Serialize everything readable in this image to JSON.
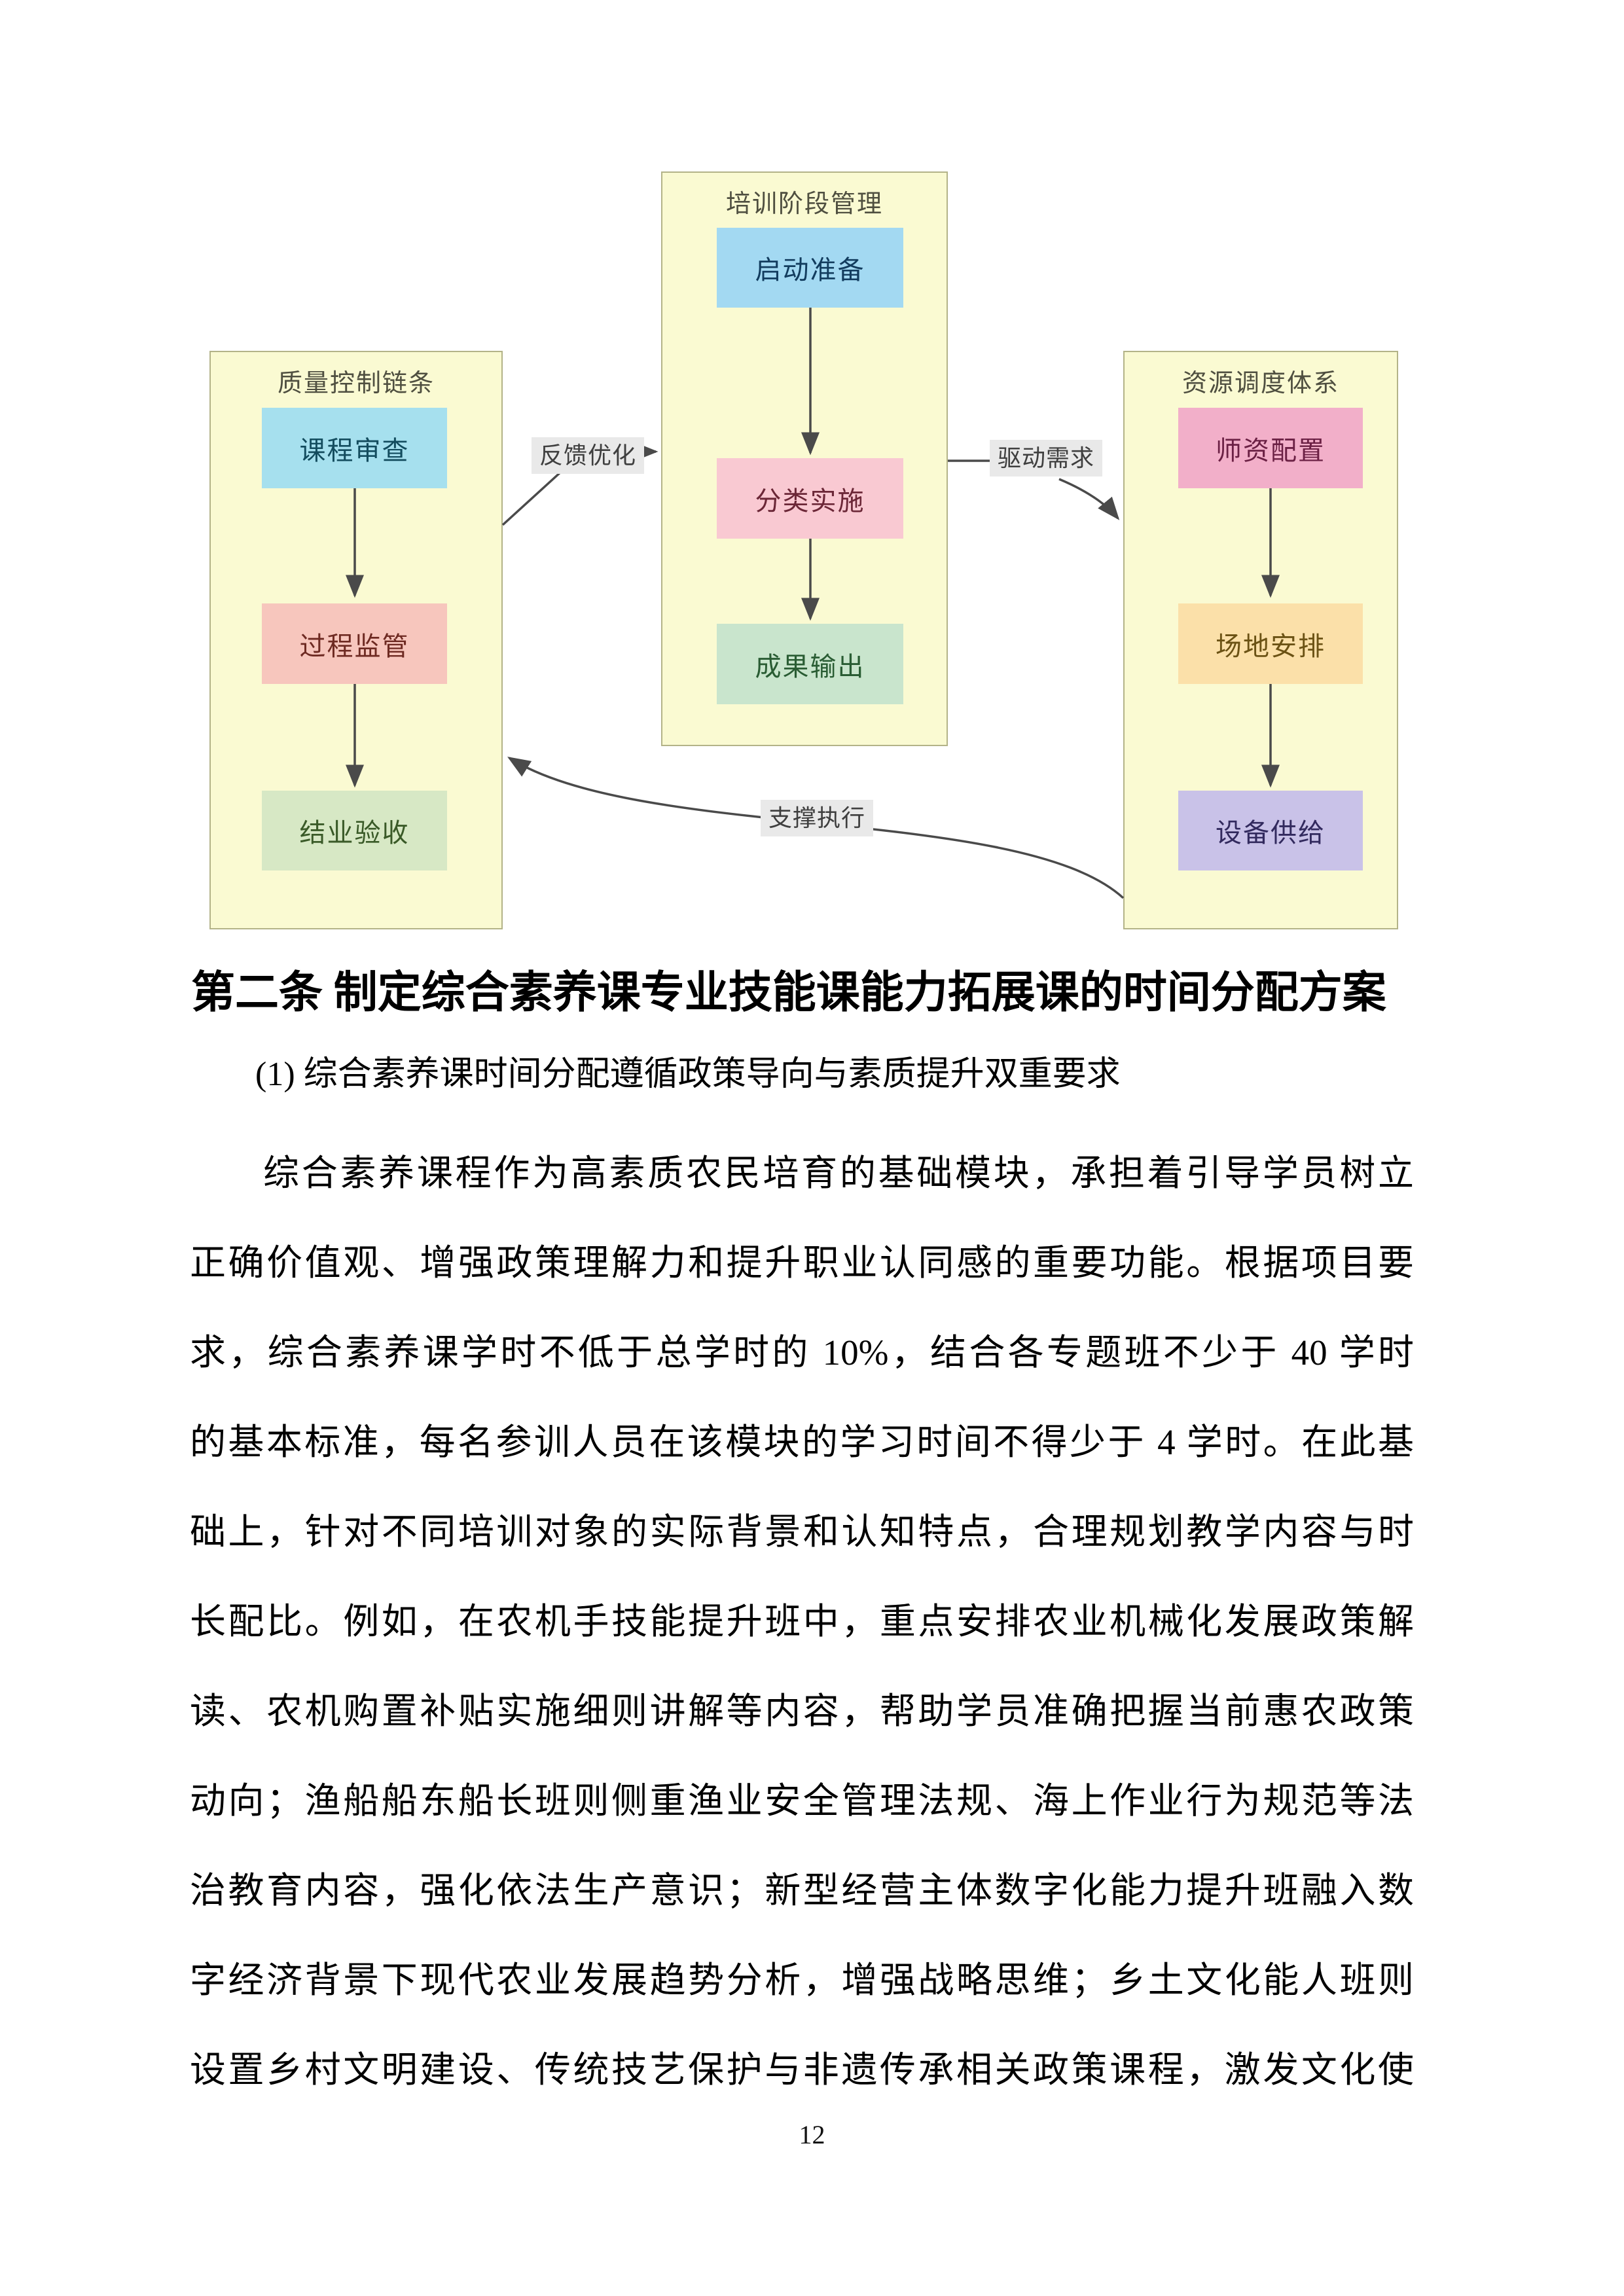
{
  "diagram": {
    "container_bg": "#fafad2",
    "container_border": "#b3b388",
    "arrow_color": "#4a4a4a",
    "edge_label_bg": "#e9e9e9",
    "edge_label_fg": "#3f3f3f",
    "containers": [
      {
        "title": "质量控制链条",
        "boxes": [
          {
            "label": "课程审查",
            "bg": "#a6e0ee",
            "fg": "#134c5e"
          },
          {
            "label": "过程监管",
            "bg": "#f7c6bd",
            "fg": "#6e2a22"
          },
          {
            "label": "结业验收",
            "bg": "#d7e8c5",
            "fg": "#3a5a28"
          }
        ]
      },
      {
        "title": "培训阶段管理",
        "boxes": [
          {
            "label": "启动准备",
            "bg": "#a3d9f2",
            "fg": "#123c5e"
          },
          {
            "label": "分类实施",
            "bg": "#f9c9d2",
            "fg": "#6b2737"
          },
          {
            "label": "成果输出",
            "bg": "#c9e5cd",
            "fg": "#295c33"
          }
        ]
      },
      {
        "title": "资源调度体系",
        "boxes": [
          {
            "label": "师资配置",
            "bg": "#f2afc9",
            "fg": "#6b2044"
          },
          {
            "label": "场地安排",
            "bg": "#fbe0a9",
            "fg": "#6b5214"
          },
          {
            "label": "设备供给",
            "bg": "#c9c2e8",
            "fg": "#322a5e"
          }
        ]
      }
    ],
    "edges": [
      {
        "label": "反馈优化"
      },
      {
        "label": "驱动需求"
      },
      {
        "label": "支撑执行"
      }
    ]
  },
  "article": {
    "heading": "第二条 制定综合素养课专业技能课能力拓展课的时间分配方案",
    "subheading": "(1) 综合素养课时间分配遵循政策导向与素质提升双重要求",
    "body_lines": [
      "综合素养课程作为高素质农民培育的基础模块，承担着引导学员树立",
      "正确价值观、增强政策理解力和提升职业认同感的重要功能。根据项目要",
      "求，综合素养课学时不低于总学时的 10%，结合各专题班不少于 40 学时",
      "的基本标准，每名参训人员在该模块的学习时间不得少于 4 学时。在此基",
      "础上，针对不同培训对象的实际背景和认知特点，合理规划教学内容与时",
      "长配比。例如，在农机手技能提升班中，重点安排农业机械化发展政策解",
      "读、农机购置补贴实施细则讲解等内容，帮助学员准确把握当前惠农政策",
      "动向；渔船船东船长班则侧重渔业安全管理法规、海上作业行为规范等法",
      "治教育内容，强化依法生产意识；新型经营主体数字化能力提升班融入数",
      "字经济背景下现代农业发展趋势分析，增强战略思维；乡土文化能人班则",
      "设置乡村文明建设、传统技艺保护与非遗传承相关政策课程，激发文化使"
    ]
  },
  "page": {
    "number": "12"
  }
}
